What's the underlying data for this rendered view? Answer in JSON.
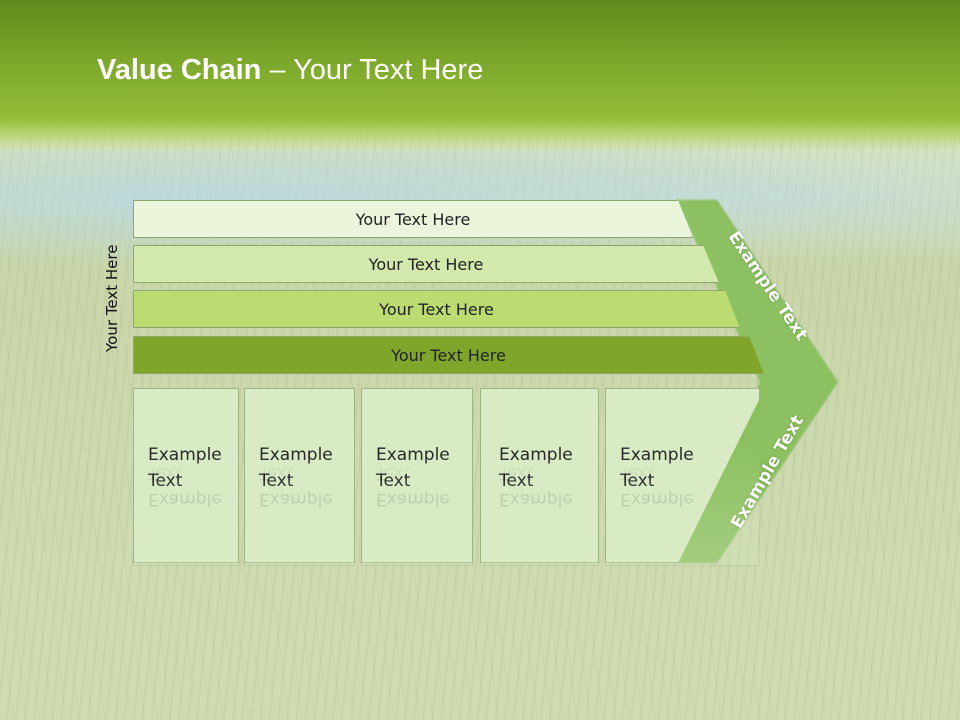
{
  "slide": {
    "title_bold": "Value Chain",
    "title_rest": " – Your Text Here",
    "vertical_label": "Your Text Here",
    "support_rows": [
      {
        "label": "Your Text Here",
        "color": "#eaf5dc"
      },
      {
        "label": "Your Text Here",
        "color": "#d3e8ad"
      },
      {
        "label": "Your Text Here",
        "color": "#bcdc72"
      },
      {
        "label": "Your Text Here",
        "color": "#7fa52a"
      }
    ],
    "primary_columns": [
      {
        "line1": "Example",
        "line2": "Text"
      },
      {
        "line1": "Example",
        "line2": "Text"
      },
      {
        "line1": "Example",
        "line2": "Text"
      },
      {
        "line1": "Example",
        "line2": "Text"
      },
      {
        "line1": "Example",
        "line2": "Text"
      }
    ],
    "margin_upper": "Example Text",
    "margin_lower": "Example Text",
    "colors": {
      "header_green": "#7aa52a",
      "margin_green": "#8cc061",
      "column_fill": "#d9ebc5"
    }
  }
}
